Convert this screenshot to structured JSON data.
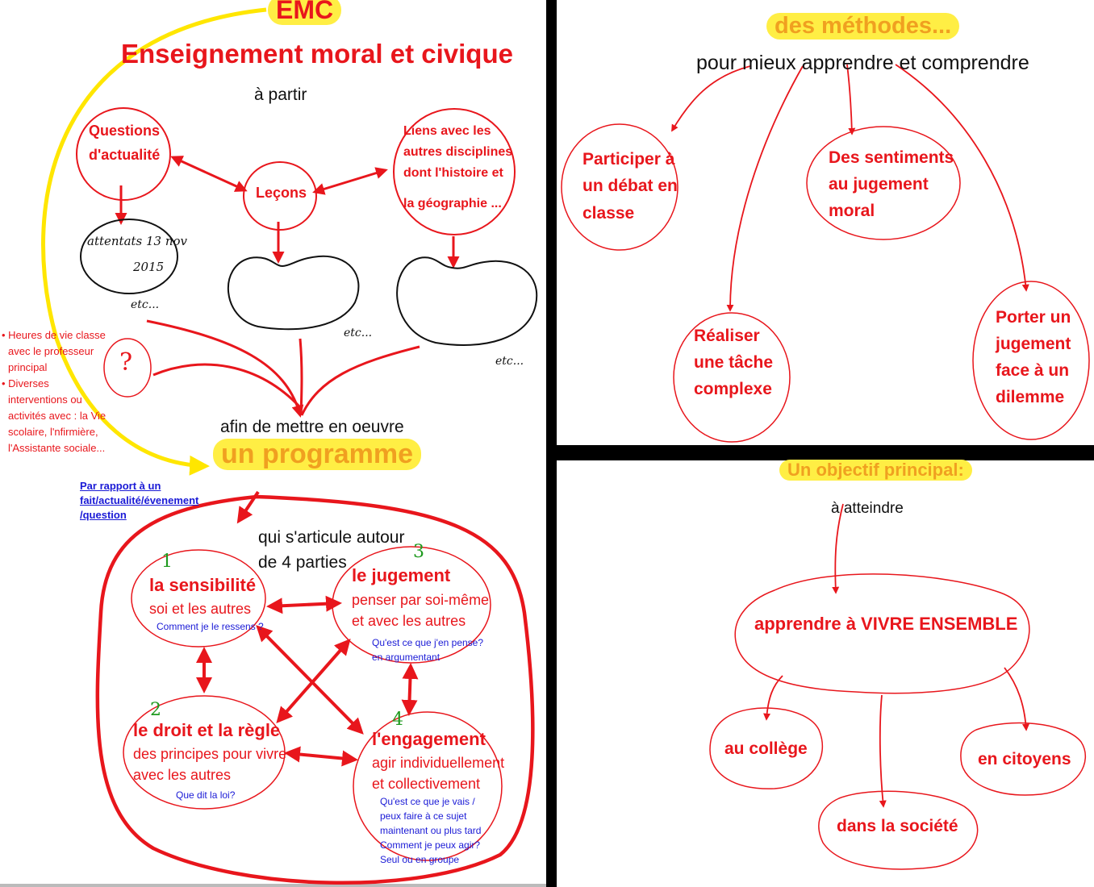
{
  "colors": {
    "red": "#e8161c",
    "yellow": "#ffee44",
    "black": "#111111",
    "blue": "#1a1ad6",
    "green": "#1f9a1f"
  },
  "left": {
    "emc": "EMC",
    "title": "Enseignement moral et civique",
    "a_partir": "à partir",
    "questions": [
      "Questions",
      "d'actualité"
    ],
    "lecons": "Leçons",
    "liens": [
      "Liens avec les",
      "autres disciplines",
      "dont l'histoire et",
      "la géographie ..."
    ],
    "attentats": [
      "attentats 13 nov",
      "2015"
    ],
    "etc": "etc...",
    "question_mark": "?",
    "side_notes": [
      "Heures de vie classe",
      "avec le professeur",
      "principal",
      "Diverses",
      "interventions ou",
      "activités avec : la Vie",
      "scolaire, l'nfirmière,",
      "l'Assistante sociale..."
    ],
    "afin": "afin de mettre en oeuvre",
    "programme": "un programme",
    "link": [
      "Par rapport à un",
      "fait/actualité/évenement",
      "/question"
    ],
    "articule": [
      "qui s'articule autour",
      "de 4 parties"
    ],
    "parts": [
      {
        "num": "1",
        "title": "la sensibilité",
        "lines": [
          "soi et les autres"
        ],
        "q": [
          "Comment je le ressens ?"
        ]
      },
      {
        "num": "3",
        "title": "le jugement",
        "lines": [
          "penser par soi-même",
          "et avec les autres"
        ],
        "q": [
          "Qu'est ce que j'en pense?",
          "en argumentant"
        ]
      },
      {
        "num": "2",
        "title": "le droit et la règle",
        "lines": [
          "des principes pour vivre",
          "avec les autres"
        ],
        "q": [
          "Que dit la loi?"
        ]
      },
      {
        "num": "4",
        "title": "l'engagement",
        "lines": [
          "agir individuellement",
          "et collectivement"
        ],
        "q": [
          "Qu'est ce que je vais /",
          "peux faire à ce sujet",
          "maintenant ou plus tard",
          "Comment je peux agir?",
          "Seul ou en groupe"
        ]
      }
    ]
  },
  "right_top": {
    "title": "des méthodes...",
    "subtitle": "pour mieux apprendre et comprendre",
    "methods": [
      [
        "Participer à",
        "un débat en",
        "classe"
      ],
      [
        "Des sentiments",
        "au jugement",
        "moral"
      ],
      [
        "Réaliser",
        "une tâche",
        "complexe"
      ],
      [
        "Porter un",
        "jugement",
        "face à un",
        "dilemme"
      ]
    ]
  },
  "right_bottom": {
    "title": "Un objectif principal:",
    "subtitle": "à atteindre",
    "main": "apprendre à VIVRE ENSEMBLE",
    "targets": [
      "au collège",
      "dans la société",
      "en citoyens"
    ]
  }
}
